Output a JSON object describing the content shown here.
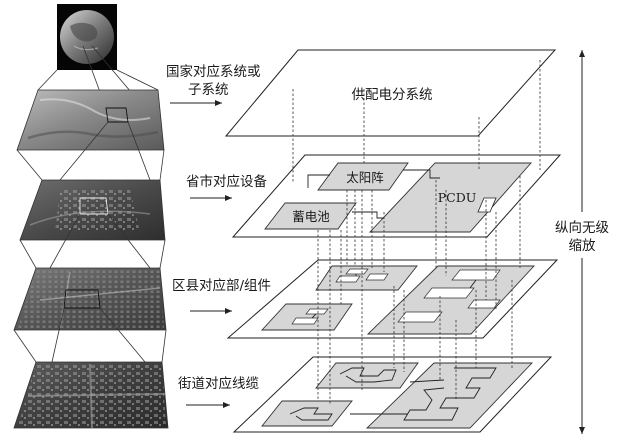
{
  "levels": [
    {
      "label_lines": [
        "国家对应系统或",
        "子系统"
      ],
      "plane_title": "供配电分系统"
    },
    {
      "label_lines": [
        "省市对应设备"
      ],
      "blocks": [
        "太阳阵",
        "PCDU",
        "蓄电池"
      ]
    },
    {
      "label_lines": [
        "区县对应部/组件"
      ]
    },
    {
      "label_lines": [
        "街道对应线缆"
      ]
    }
  ],
  "axis_label_lines": [
    "纵向无级",
    "缩放"
  ],
  "colors": {
    "block_fill": "#d6d6d6",
    "line": "#222222",
    "plane_fill": "#ffffff"
  }
}
